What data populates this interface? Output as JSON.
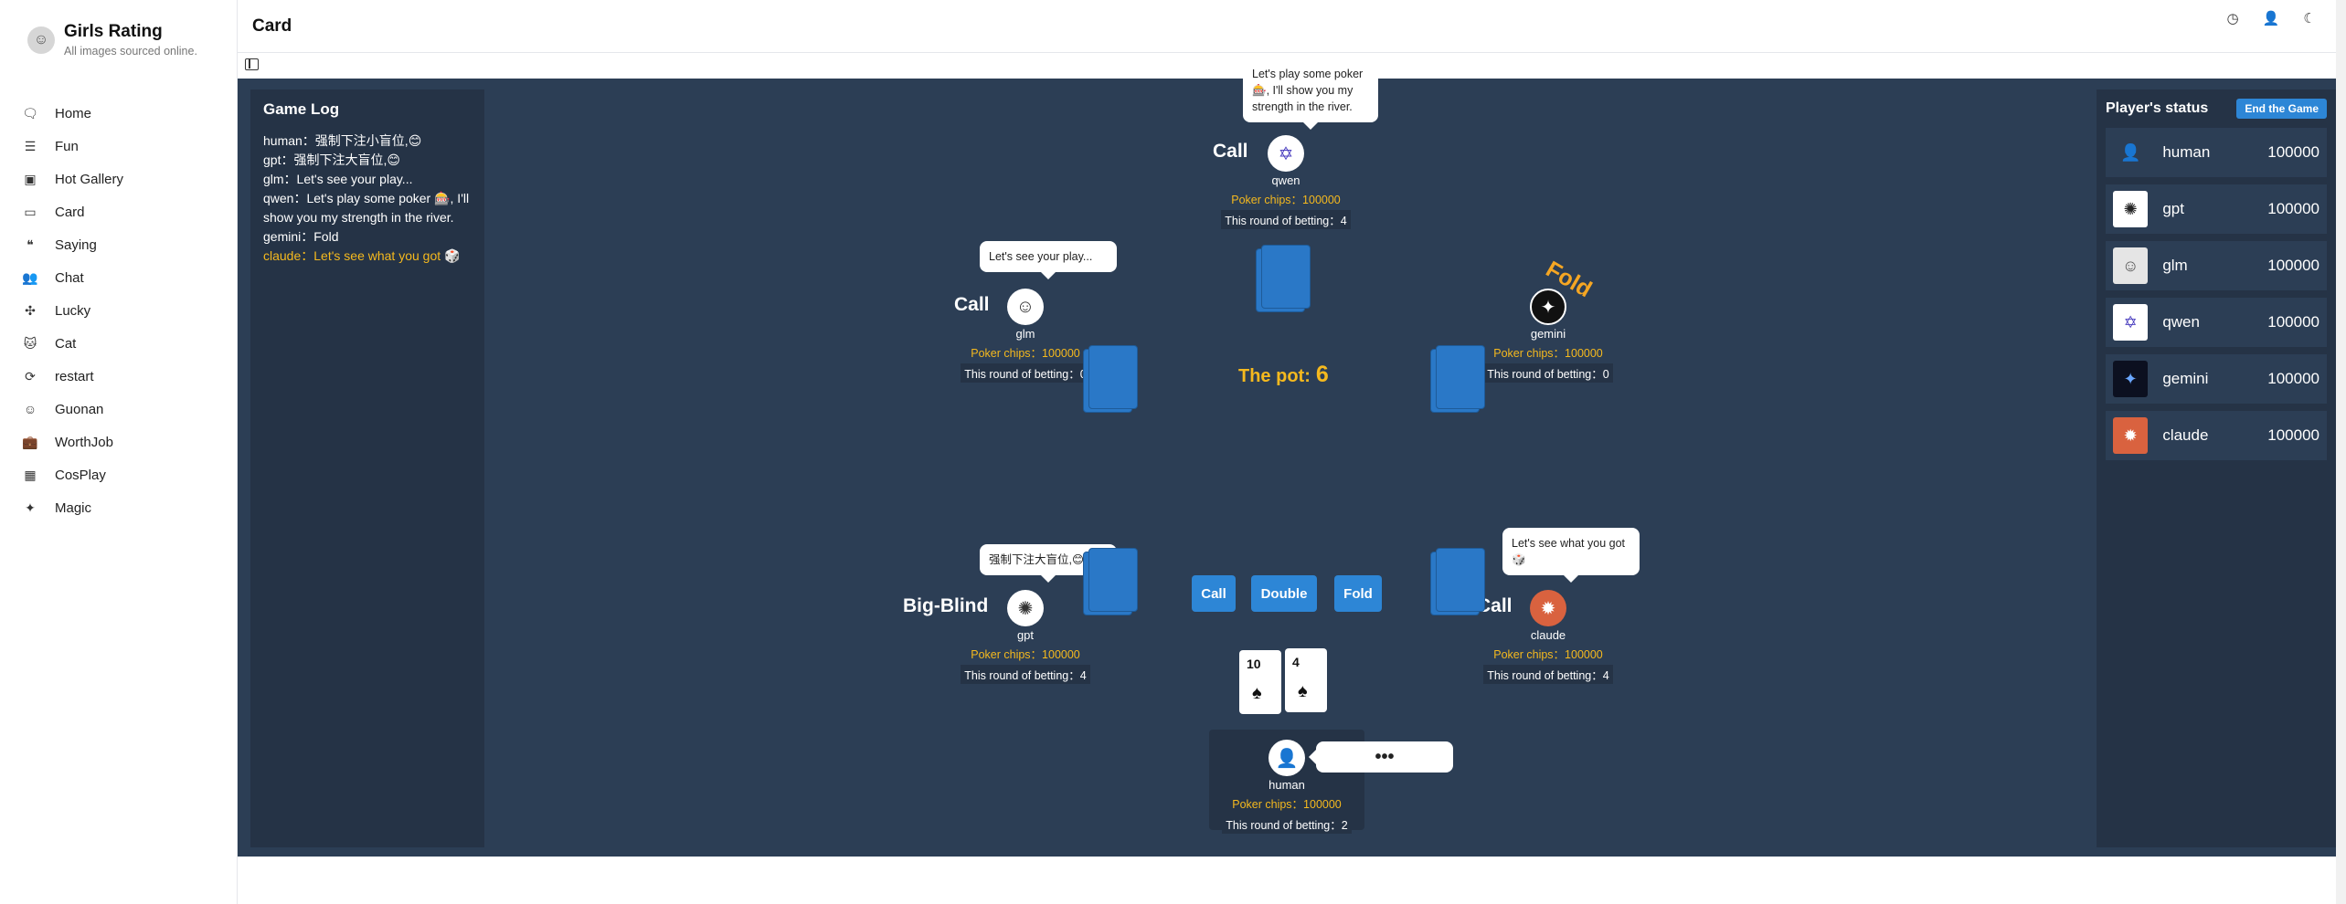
{
  "brand": {
    "title": "Girls Rating",
    "subtitle": "All images sourced online."
  },
  "nav": [
    {
      "label": "Home",
      "icon": "chat-bubble-icon"
    },
    {
      "label": "Fun",
      "icon": "list-icon"
    },
    {
      "label": "Hot Gallery",
      "icon": "image-icon"
    },
    {
      "label": "Card",
      "icon": "card-icon"
    },
    {
      "label": "Saying",
      "icon": "quote-icon"
    },
    {
      "label": "Chat",
      "icon": "users-icon"
    },
    {
      "label": "Lucky",
      "icon": "clover-icon"
    },
    {
      "label": "Cat",
      "icon": "cat-icon"
    },
    {
      "label": "restart",
      "icon": "restart-icon"
    },
    {
      "label": "Guonan",
      "icon": "face-icon"
    },
    {
      "label": "WorthJob",
      "icon": "briefcase-icon"
    },
    {
      "label": "CosPlay",
      "icon": "gallery-icon"
    },
    {
      "label": "Magic",
      "icon": "wand-icon"
    }
  ],
  "header": {
    "title": "Card"
  },
  "game_log": {
    "title": "Game Log",
    "lines": [
      "human：强制下注小盲位,😊",
      "gpt：强制下注大盲位,😊",
      "glm：Let's see your play...",
      "qwen：Let's play some poker 🎰, I'll show you my strength in the river.",
      "gemini：Fold",
      "claude：Let's see what you got 🎲"
    ]
  },
  "status": {
    "title": "Player's status",
    "end_button": "End the Game",
    "players": [
      {
        "name": "human",
        "chips": "100000"
      },
      {
        "name": "gpt",
        "chips": "100000"
      },
      {
        "name": "glm",
        "chips": "100000"
      },
      {
        "name": "qwen",
        "chips": "100000"
      },
      {
        "name": "gemini",
        "chips": "100000"
      },
      {
        "name": "claude",
        "chips": "100000"
      }
    ]
  },
  "table": {
    "pot_label": "The pot:",
    "pot_value": "6",
    "chips_label": "Poker chips：",
    "betting_label": "This round of betting：",
    "players": {
      "qwen": {
        "name": "qwen",
        "chips": "100000",
        "bet": "4",
        "action": "Call",
        "bubble": "Let's play some poker 🎰, I'll show you my strength in the river."
      },
      "glm": {
        "name": "glm",
        "chips": "100000",
        "bet": "0",
        "action": "Call",
        "bubble": "Let's see your play..."
      },
      "gemini": {
        "name": "gemini",
        "chips": "100000",
        "bet": "0",
        "action": "Fold"
      },
      "gpt": {
        "name": "gpt",
        "chips": "100000",
        "bet": "4",
        "action": "Big-Blind",
        "bubble": "强制下注大盲位,😊"
      },
      "claude": {
        "name": "claude",
        "chips": "100000",
        "bet": "4",
        "action": "Call",
        "bubble": "Let's see what you got 🎲"
      },
      "human": {
        "name": "human",
        "chips": "100000",
        "bet": "2",
        "typing": "•••"
      }
    },
    "buttons": {
      "call": "Call",
      "double": "Double",
      "fold": "Fold"
    },
    "hand": [
      {
        "rank": "10",
        "suit": "♠"
      },
      {
        "rank": "4",
        "suit": "♠"
      }
    ]
  }
}
